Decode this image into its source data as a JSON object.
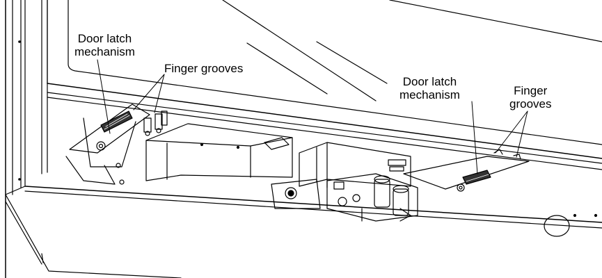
{
  "callouts": {
    "latch_left": {
      "lines": [
        "Door latch",
        "mechanism"
      ]
    },
    "grooves_left": {
      "lines": [
        "Finger grooves"
      ]
    },
    "latch_right": {
      "lines": [
        "Door latch",
        "mechanism"
      ]
    },
    "grooves_right": {
      "lines": [
        "Finger",
        "grooves"
      ]
    }
  },
  "colors": {
    "line": "#000000",
    "background": "#ffffff",
    "spring_shade": "#333333"
  }
}
